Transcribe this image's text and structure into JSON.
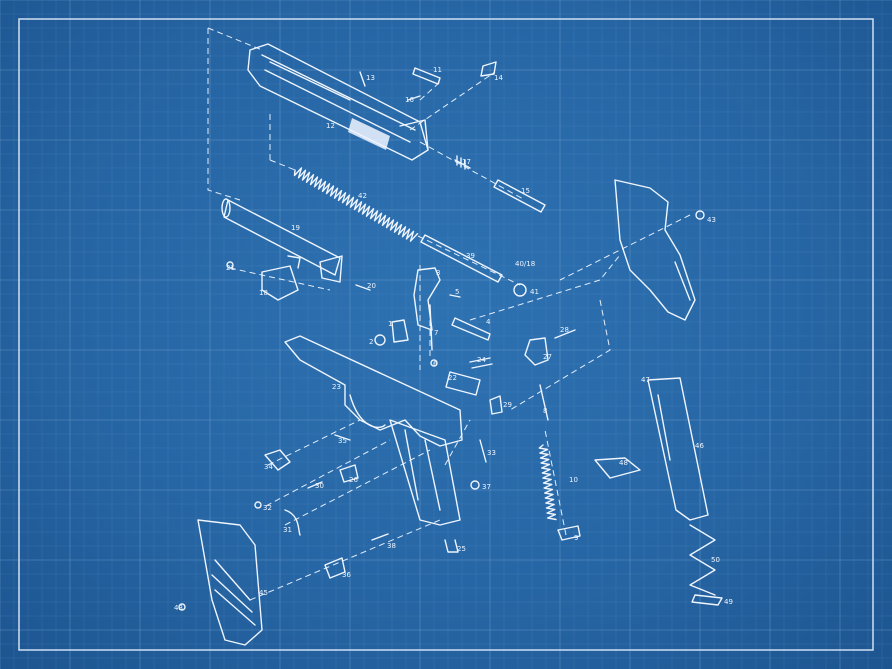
{
  "parts": {
    "p1": "1",
    "p2": "2",
    "p3": "3",
    "p4": "4",
    "p5": "5",
    "p6": "6",
    "p7": "7",
    "p8": "8",
    "p9": "9",
    "p10": "10",
    "p11": "11",
    "p12": "12",
    "p13": "13",
    "p14": "14",
    "p15": "15",
    "p16": "16",
    "p17": "17",
    "p18": "18",
    "p19": "19",
    "p20": "20",
    "p21": "21",
    "p22": "22",
    "p23": "23",
    "p24": "24",
    "p25": "25",
    "p26": "26",
    "p27": "27",
    "p28": "28",
    "p29": "29",
    "p30": "30",
    "p31": "31",
    "p32": "32",
    "p33": "33",
    "p34": "34",
    "p35": "35",
    "p36": "36",
    "p37": "37",
    "p38": "38",
    "p39": "39",
    "p40": "40",
    "p41": "41",
    "p42": "42",
    "p43": "43",
    "p45": "45",
    "p46": "46",
    "p47": "47",
    "p48": "48",
    "p49": "49",
    "p50": "50",
    "p40b": "40/18"
  },
  "colors": {
    "background": "#2a6aa8",
    "line": "#eef5ff",
    "grid": "#7aaad6"
  }
}
